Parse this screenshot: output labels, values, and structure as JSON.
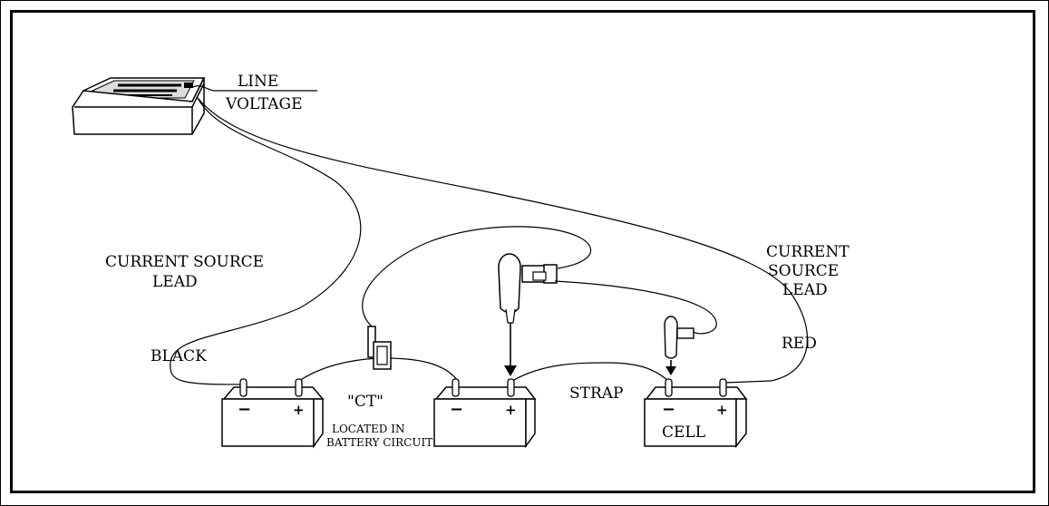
{
  "labels": {
    "line_voltage_1": "LINE",
    "line_voltage_2": "VOLTAGE",
    "current_source_left_1": "CURRENT SOURCE",
    "current_source_left_2": "LEAD",
    "current_source_right_1": "CURRENT",
    "current_source_right_2": "SOURCE",
    "current_source_right_3": "LEAD",
    "black": "BLACK",
    "red": "RED",
    "ct": "\"CT\"",
    "located_1": "LOCATED IN",
    "located_2": "BATTERY CIRCUIT",
    "strap": "STRAP",
    "cell": "CELL",
    "minus": "−",
    "plus": "+"
  }
}
